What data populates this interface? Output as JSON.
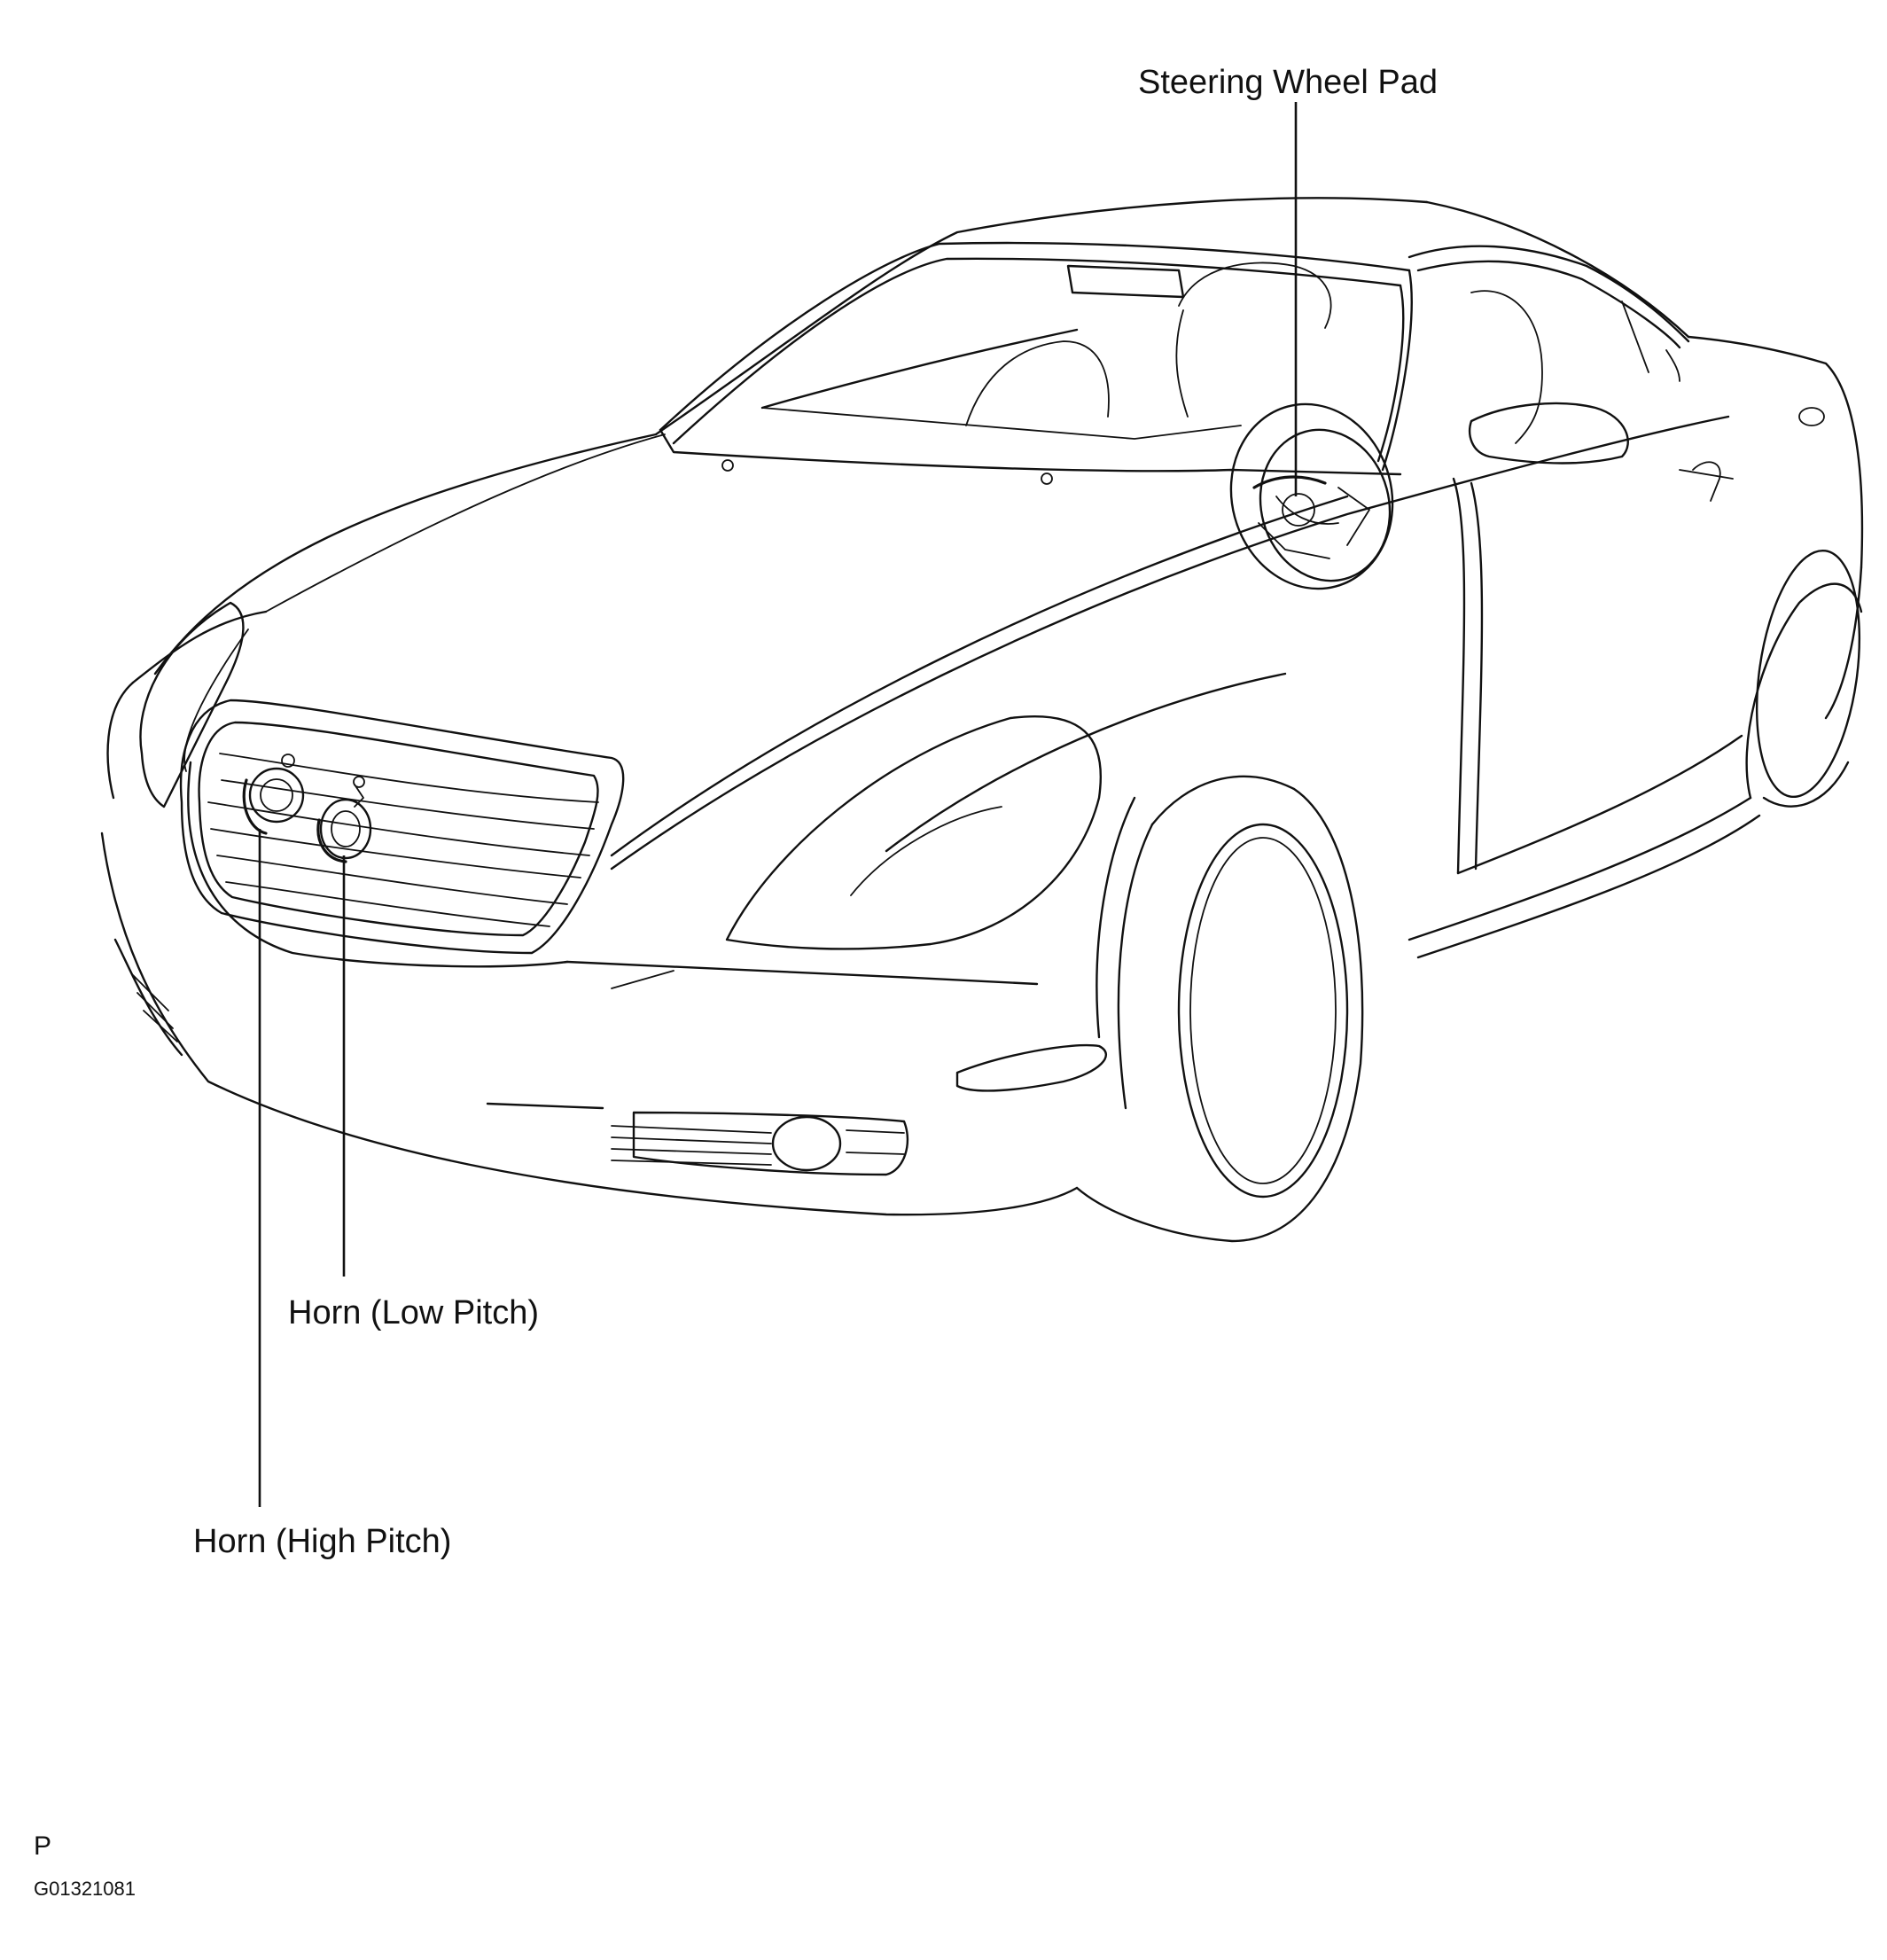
{
  "callouts": {
    "steering_wheel_pad": "Steering Wheel Pad",
    "horn_low_pitch": "Horn (Low Pitch)",
    "horn_high_pitch": "Horn (High Pitch)"
  },
  "footer": {
    "code_letter": "P",
    "figure_code": "G01321081"
  }
}
